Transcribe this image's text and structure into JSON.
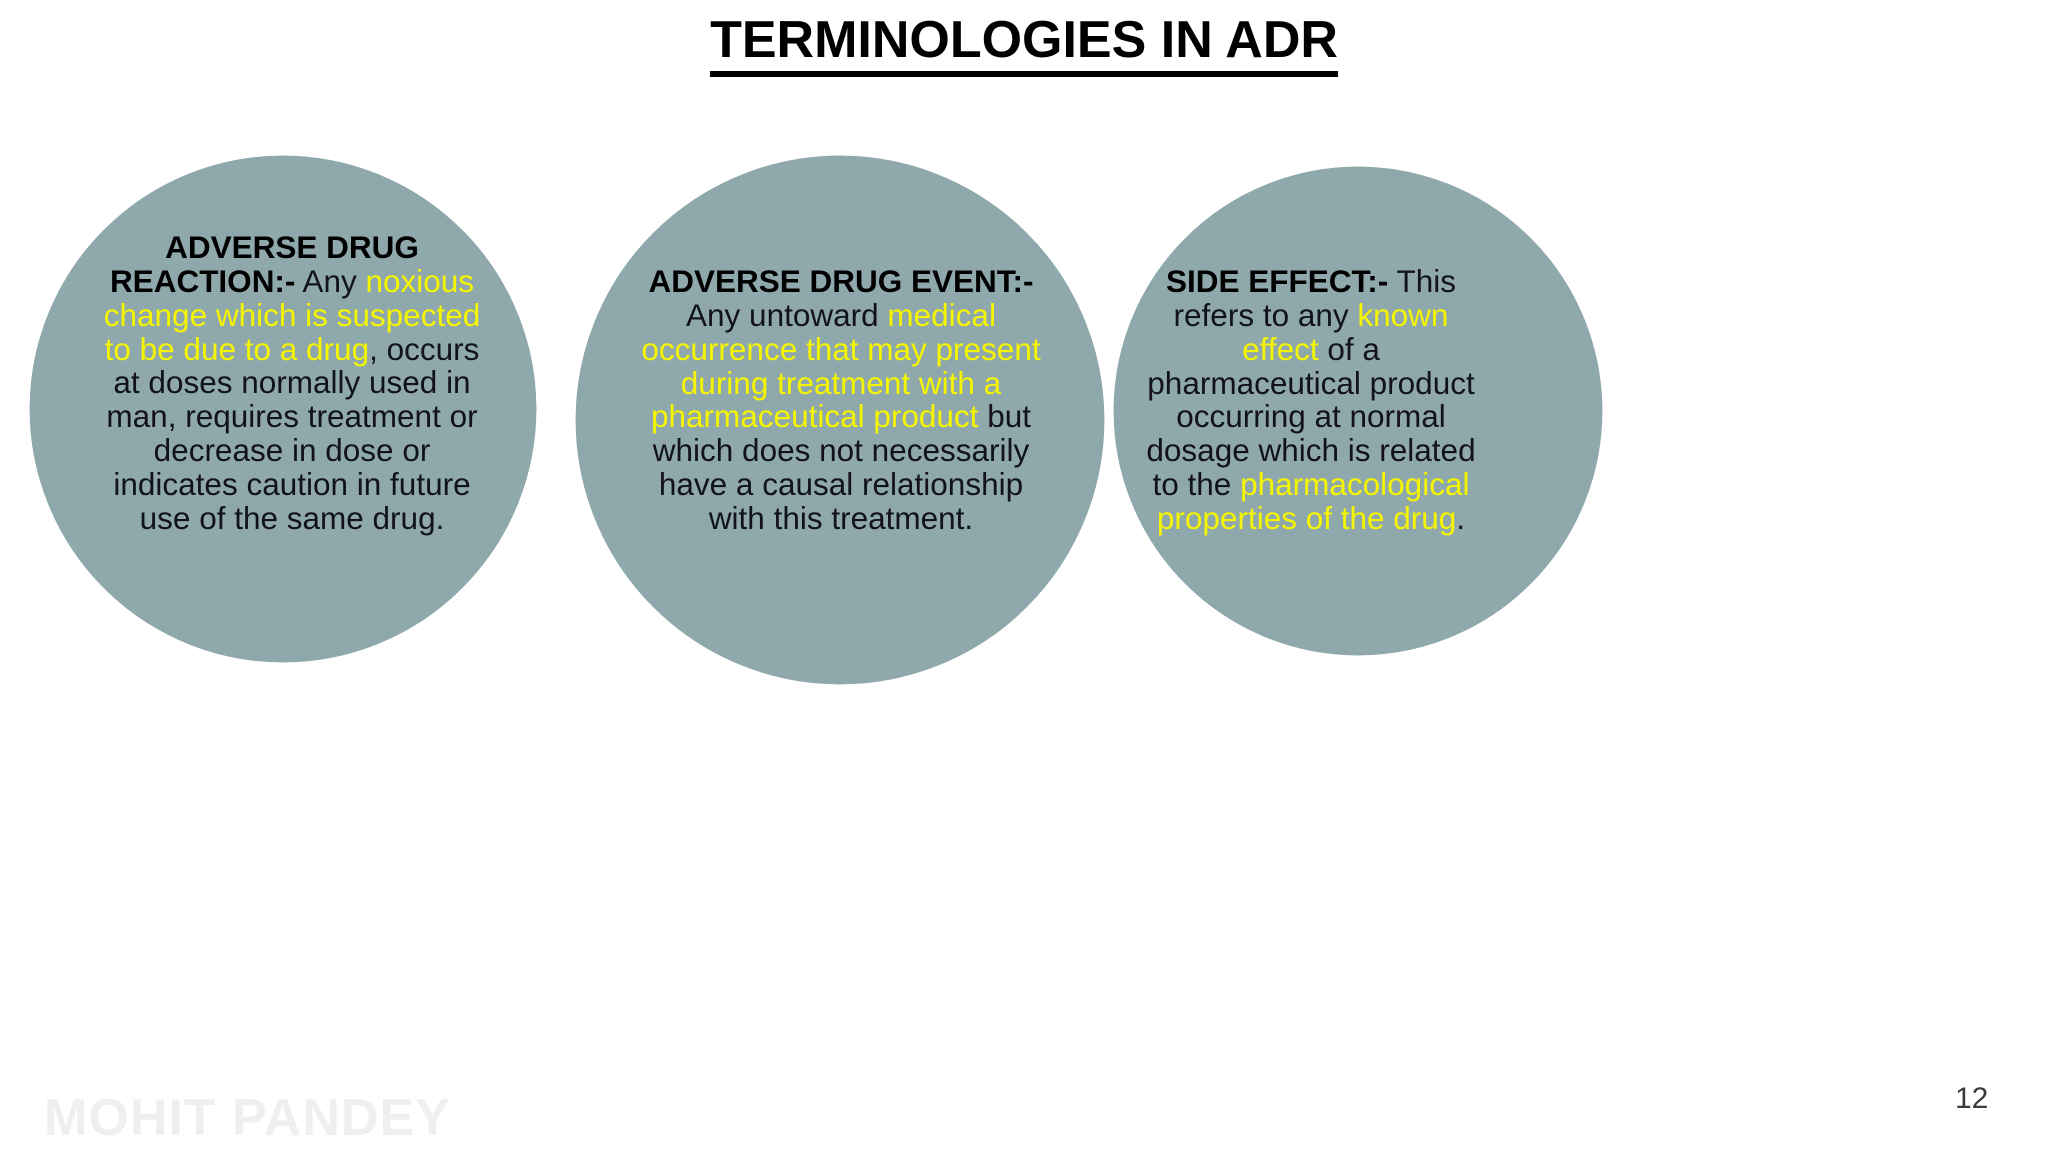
{
  "slide": {
    "title": "TERMINOLOGIES IN ADR",
    "background_color": "#FFFFFF",
    "page_number": "12",
    "watermark": "MOHIT PANDEY"
  },
  "palette": {
    "circle_fill": "#8FA8AC",
    "circle_overlap": "#558085",
    "circle_outline": "#FFFFFF",
    "highlight_text": "#F5F500",
    "body_text": "#111318",
    "title_text": "#000000",
    "watermark_text": "#EFEFEF",
    "page_number_text": "#3B3B3B"
  },
  "diagram": {
    "type": "venn-three-circles",
    "circles": [
      {
        "id": "adverse-drug-reaction",
        "term": "ADVERSE DRUG REACTION:-",
        "segments": [
          {
            "text": "ADVERSE DRUG REACTION:-",
            "style": "bold"
          },
          {
            "text": " Any ",
            "style": "plain"
          },
          {
            "text": "noxious change which is suspected to be due to a drug",
            "style": "highlight"
          },
          {
            "text": ", occurs at doses normally used in man, requires treatment or decrease in dose or indicates caution in future use of the same drug.",
            "style": "plain"
          }
        ],
        "full_text": "ADVERSE DRUG REACTION:- Any noxious change which is suspected to be due to a drug, occurs at doses normally used in man, requires treatment or decrease in dose or indicates caution in future use of the same drug."
      },
      {
        "id": "adverse-drug-event",
        "term": "ADVERSE DRUG EVENT:-",
        "segments": [
          {
            "text": "ADVERSE DRUG EVENT:-",
            "style": "bold"
          },
          {
            "text": " Any untoward ",
            "style": "plain"
          },
          {
            "text": "medical occurrence that may present during treatment with a pharmaceutical product",
            "style": "highlight"
          },
          {
            "text": " but which does not necessarily have a causal relationship with this treatment.",
            "style": "plain"
          }
        ],
        "full_text": "ADVERSE DRUG EVENT:- Any untoward medical occurrence that may present during treatment with a pharmaceutical product but which does not necessarily have a causal relationship with this treatment."
      },
      {
        "id": "side-effect",
        "term": "SIDE EFFECT:-",
        "segments": [
          {
            "text": "SIDE EFFECT:-",
            "style": "bold"
          },
          {
            "text": " This refers to any ",
            "style": "plain"
          },
          {
            "text": "known effect",
            "style": "highlight"
          },
          {
            "text": " of a pharmaceutical product occurring at normal dosage which is related to the ",
            "style": "plain"
          },
          {
            "text": "pharmacological properties of the drug",
            "style": "highlight"
          },
          {
            "text": ".",
            "style": "plain"
          }
        ],
        "full_text": "SIDE EFFECT:- This refers to any known effect of a pharmaceutical product occurring at normal dosage which is related to the pharmacological properties of the drug."
      }
    ]
  }
}
